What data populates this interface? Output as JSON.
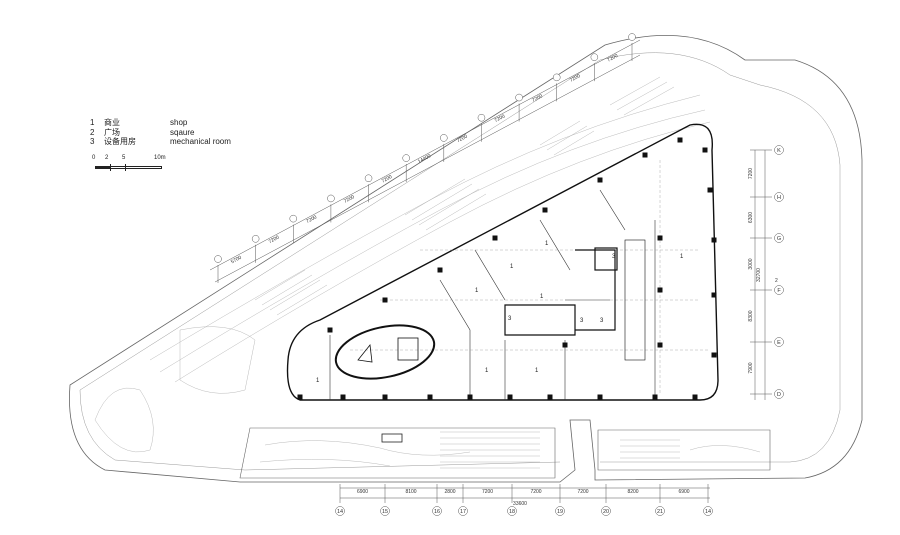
{
  "legend": [
    {
      "num": "1",
      "zh": "商业",
      "en": "shop"
    },
    {
      "num": "2",
      "zh": "广场",
      "en": "sqaure"
    },
    {
      "num": "3",
      "zh": "设备用房",
      "en": "mechanical room"
    }
  ],
  "scale": {
    "labels": [
      "0",
      "2",
      "5",
      "10m"
    ]
  },
  "top_dims": [
    "5700",
    "7200",
    "7200",
    "7200",
    "7200",
    "14400",
    "7200",
    "7200",
    "7200",
    "7200",
    "7200"
  ],
  "bottom_dims": [
    "6900",
    "8100",
    "2800",
    "7200",
    "7200",
    "7200",
    "8200",
    "6900"
  ],
  "bottom_total": "33600",
  "bottom_axes": [
    "14",
    "15",
    "16",
    "17",
    "18",
    "19",
    "20",
    "21",
    "14"
  ],
  "right_axes": [
    "K",
    "H",
    "G",
    "F",
    "E",
    "D"
  ],
  "right_dims": [
    "7200",
    "6300",
    "3000",
    "8300",
    "7900"
  ],
  "right_total": "32700",
  "right_square_label": "2",
  "room_labels": [
    "1",
    "1",
    "1",
    "1",
    "1",
    "1",
    "1",
    "1",
    "3",
    "3",
    "3",
    "3"
  ]
}
